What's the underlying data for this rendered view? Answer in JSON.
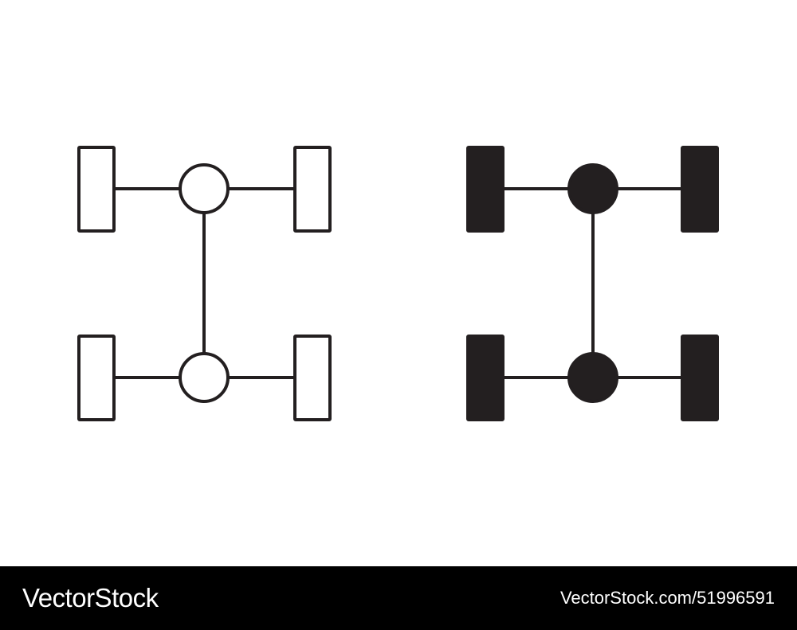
{
  "icons": [
    {
      "name": "drivetrain-chassis-outline-icon",
      "style": "outline"
    },
    {
      "name": "drivetrain-chassis-filled-icon",
      "style": "filled"
    }
  ],
  "colors": {
    "background": "#ffffff",
    "ink": "#231f20",
    "footer_background": "#000000",
    "footer_text": "#ffffff"
  },
  "footer": {
    "brand": "VectorStock",
    "image_id": "VectorStock.com/51996591"
  }
}
